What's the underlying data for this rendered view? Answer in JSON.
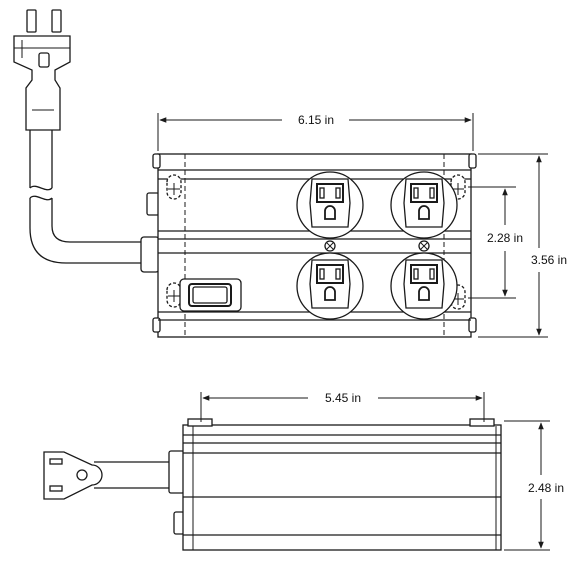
{
  "dimensions": {
    "top_width": "6.15 in",
    "top_inner_height": "2.28 in",
    "top_overall_height": "3.56 in",
    "side_mount_width": "5.45 in",
    "side_height": "2.48 in"
  },
  "colors": {
    "line": "#1a1a1a",
    "background": "#ffffff"
  }
}
